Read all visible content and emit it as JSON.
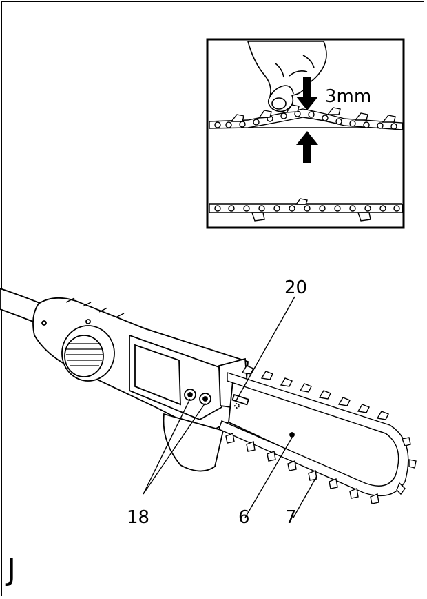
{
  "detail": {
    "measurement": "3mm"
  },
  "callouts": {
    "bar_nut_label": "20",
    "screws_label": "18",
    "guide_bar_label": "6",
    "chain_label": "7"
  },
  "figure": {
    "letter": "J"
  }
}
